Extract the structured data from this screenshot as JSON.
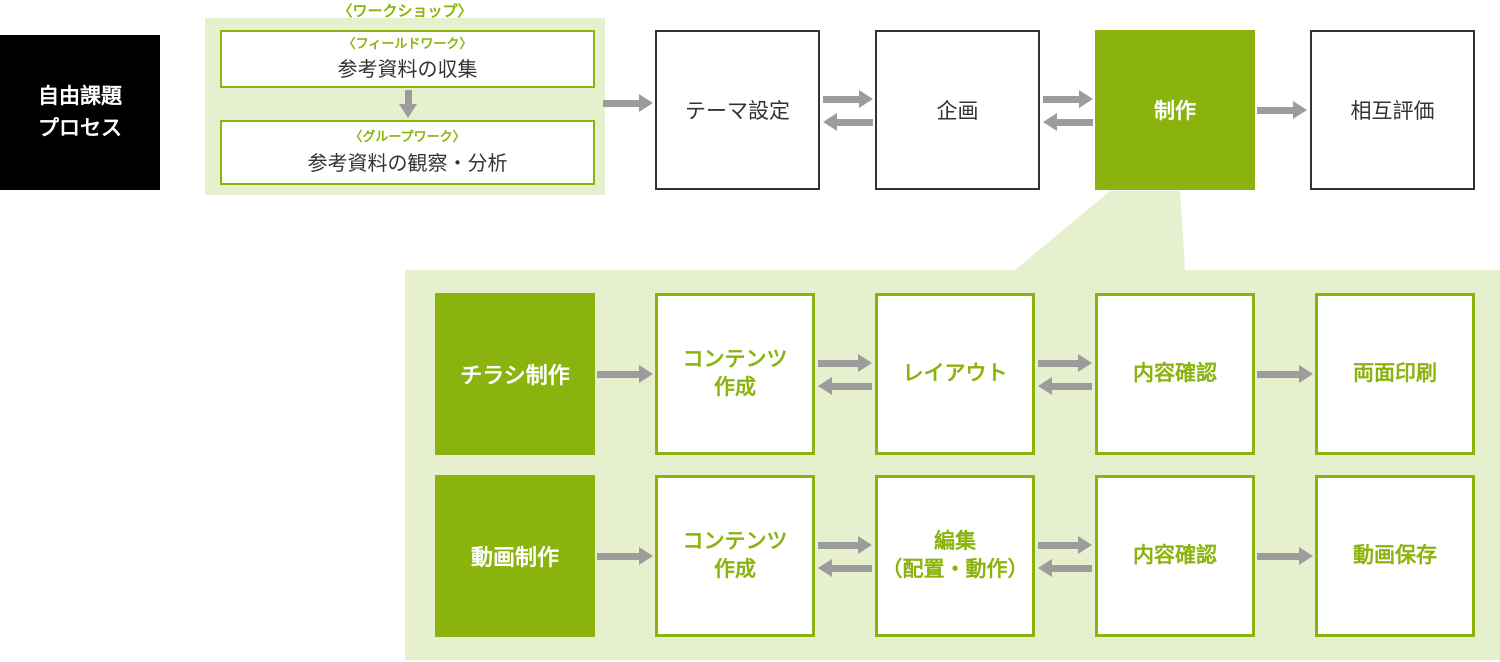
{
  "colors": {
    "green": "#8ab30e",
    "green_light": "#e6efce",
    "gray": "#9c9c9c",
    "ink": "#333333"
  },
  "process_title": "自由課題\nプロセス",
  "workshop": {
    "title": "〈ワークショップ〉",
    "steps": [
      {
        "tag": "〈フィールドワーク〉",
        "label": "参考資料の収集"
      },
      {
        "tag": "〈グループワーク〉",
        "label": "参考資料の観察・分析"
      }
    ]
  },
  "main_flow": {
    "steps": [
      {
        "label": "テーマ設定"
      },
      {
        "label": "企画"
      },
      {
        "label": "制作"
      },
      {
        "label": "相互評価"
      }
    ]
  },
  "detail": {
    "rows": [
      {
        "title": "チラシ制作",
        "steps": [
          "コンテンツ\n作成",
          "レイアウト",
          "内容確認",
          "両面印刷"
        ]
      },
      {
        "title": "動画制作",
        "steps": [
          "コンテンツ\n作成",
          "編集\n（配置・動作）",
          "内容確認",
          "動画保存"
        ]
      }
    ]
  }
}
